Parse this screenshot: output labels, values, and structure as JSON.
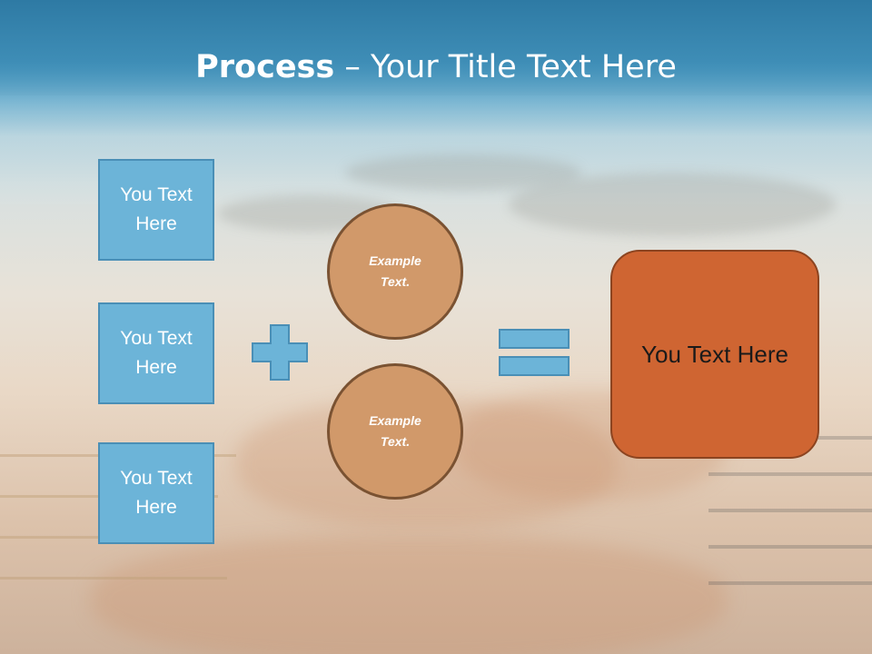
{
  "slide": {
    "title_bold": "Process",
    "title_rest": " – Your Title Text Here"
  },
  "left_boxes": [
    {
      "label": "You Text Here"
    },
    {
      "label": "You Text Here"
    },
    {
      "label": "You Text Here"
    }
  ],
  "circles": [
    {
      "label": "Example Text."
    },
    {
      "label": "Example Text."
    }
  ],
  "result_box": {
    "label": "You Text Here"
  },
  "colors": {
    "box_fill": "#6cb4d8",
    "box_border": "#4a8fb6",
    "circle_fill": "#d1996a",
    "circle_border": "#7a5232",
    "result_fill": "#cf6532",
    "title_band": "#2e7aa4"
  },
  "icons": {
    "operator_1": "plus-icon",
    "operator_2": "equals-icon"
  }
}
